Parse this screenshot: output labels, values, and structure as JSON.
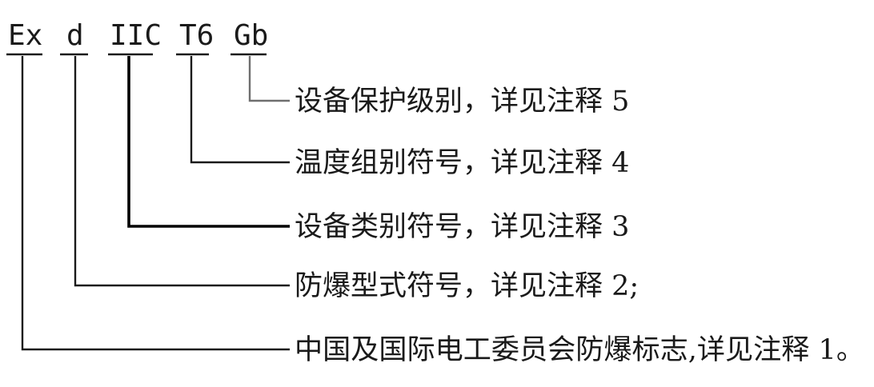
{
  "marking": {
    "codes": [
      "Ex",
      "d",
      "IIC",
      "T6",
      "Gb"
    ]
  },
  "notes": [
    "设备保护级别，详见注释 5",
    "温度组别符号，详见注释 4",
    "设备类别符号，详见注释 3",
    "防爆型式符号，详见注释 2;",
    "中国及国际电工委员会防爆标志,详见注释 1。"
  ]
}
